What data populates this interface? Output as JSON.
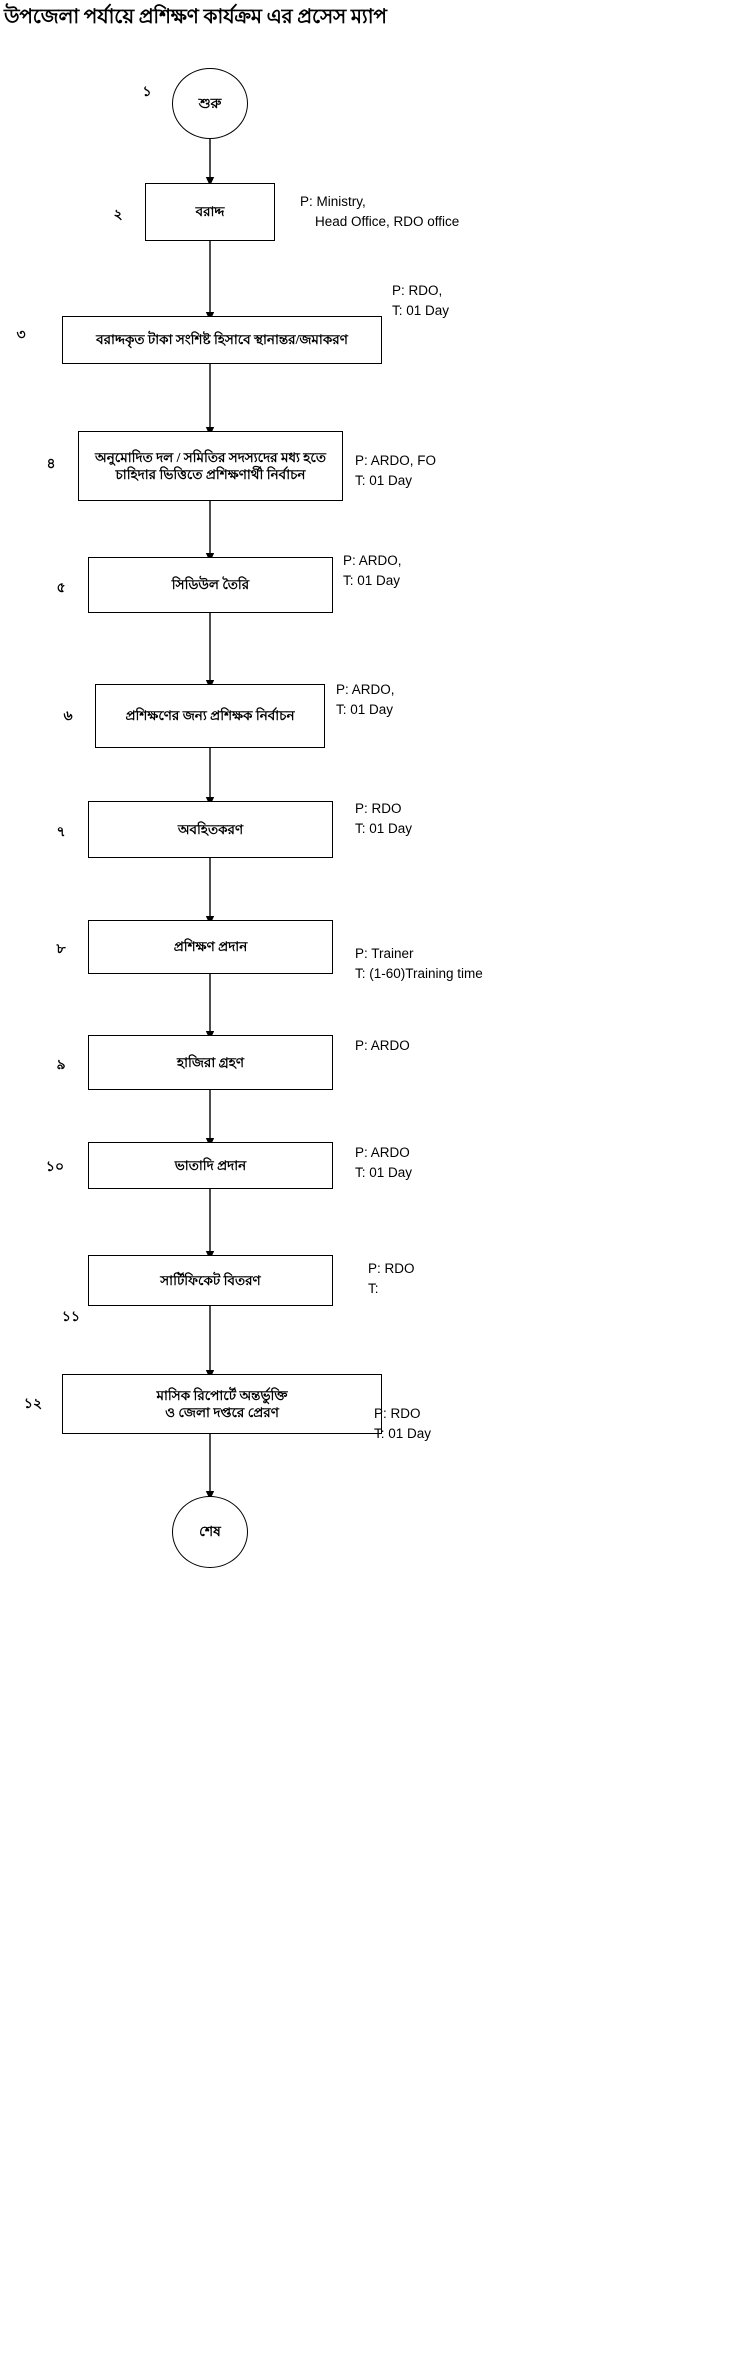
{
  "title": "উপজেলা পর্যায়ে প্রশিক্ষণ কার্যক্রম এর প্রসেস ম্যাপ",
  "diagram": {
    "type": "flowchart",
    "orientation": "top-to-bottom",
    "start": {
      "label": "শুরু",
      "step": "১",
      "shape": "oval"
    },
    "end": {
      "label": "শেষ",
      "shape": "oval"
    },
    "steps": [
      {
        "step": "২",
        "label": "বরাদ্দ",
        "shape": "rectangle",
        "performer": "P:  Ministry,",
        "performer_line2": "Head Office, RDO office",
        "time": ""
      },
      {
        "step": "৩",
        "label": "বরাদ্দকৃত টাকা সংশিষ্ট হিসাবে স্থানান্তর/জমাকরণ",
        "shape": "rectangle",
        "performer": "P:  RDO,",
        "time": "T:  01 Day"
      },
      {
        "step": "৪",
        "label": "অনুমোদিত দল / সমিতির সদস্যদের মধ্য হতে",
        "label_line2": "চাহিদার ভিত্তিতে প্রশিক্ষণার্থী নির্বাচন",
        "shape": "rectangle",
        "performer": "P:  ARDO, FO",
        "time": "T:  01 Day"
      },
      {
        "step": "৫",
        "label": "সিডিউল তৈরি",
        "shape": "rectangle",
        "performer": "P:  ARDO,",
        "time": "T:  01 Day"
      },
      {
        "step": "৬",
        "label": "প্রশিক্ষণের জন্য প্রশিক্ষক নির্বাচন",
        "shape": "rectangle",
        "performer": "P:  ARDO,",
        "time": "T:  01 Day"
      },
      {
        "step": "৭",
        "label": "অবহিতকরণ",
        "shape": "rectangle",
        "performer": "P: RDO",
        "time": "T:  01 Day"
      },
      {
        "step": "৮",
        "label": "প্রশিক্ষণ প্রদান",
        "shape": "rectangle",
        "performer": "P: Trainer",
        "time": "T:  (1-60)Training time"
      },
      {
        "step": "৯",
        "label": "হাজিরা গ্রহণ",
        "shape": "rectangle",
        "performer": "P: ARDO",
        "time": ""
      },
      {
        "step": "১০",
        "label": "ভাতাদি প্রদান",
        "shape": "rectangle",
        "performer": "P: ARDO",
        "time": "T:  01 Day"
      },
      {
        "step": "১১",
        "label": "সার্টিফিকেট বিতরণ",
        "shape": "rectangle",
        "performer": "P: RDO",
        "time": "T:"
      },
      {
        "step": "১২",
        "label": "মাসিক রিপোর্টে অন্তর্ভুক্তি",
        "label_line2": "ও জেলা দপ্তরে প্রেরণ",
        "shape": "rectangle",
        "performer": "P: RDO",
        "time": "T:  01 Day"
      }
    ]
  },
  "colors": {
    "stroke": "#000000",
    "background": "#ffffff"
  }
}
